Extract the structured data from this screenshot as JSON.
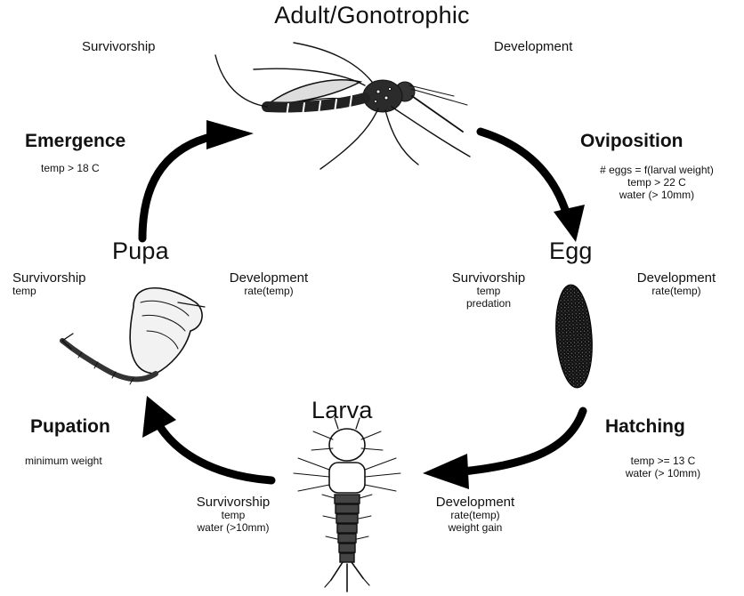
{
  "stages": {
    "adult": "Adult/Gonotrophic",
    "egg": "Egg",
    "larva": "Larva",
    "pupa": "Pupa"
  },
  "adult": {
    "survivorship": "Survivorship",
    "development": "Development"
  },
  "egg": {
    "survivorship": [
      "Survivorship",
      "temp",
      "predation"
    ],
    "development": [
      "Development",
      "rate(temp)"
    ]
  },
  "larva": {
    "survivorship": [
      "Survivorship",
      "temp",
      "water (>10mm)"
    ],
    "development": [
      "Development",
      "rate(temp)",
      "weight gain"
    ]
  },
  "pupa": {
    "survivorship": [
      "Survivorship",
      "temp"
    ],
    "development": [
      "Development",
      "rate(temp)"
    ]
  },
  "transitions": {
    "oviposition": {
      "title": "Oviposition",
      "conditions": [
        "# eggs = f(larval weight)",
        "temp > 22 C",
        "water (> 10mm)"
      ]
    },
    "hatching": {
      "title": "Hatching",
      "conditions": [
        "temp >= 13 C",
        "water (> 10mm)"
      ]
    },
    "pupation": {
      "title": "Pupation",
      "conditions": [
        "minimum weight"
      ]
    },
    "emergence": {
      "title": "Emergence",
      "conditions": [
        "temp > 18 C"
      ]
    }
  }
}
